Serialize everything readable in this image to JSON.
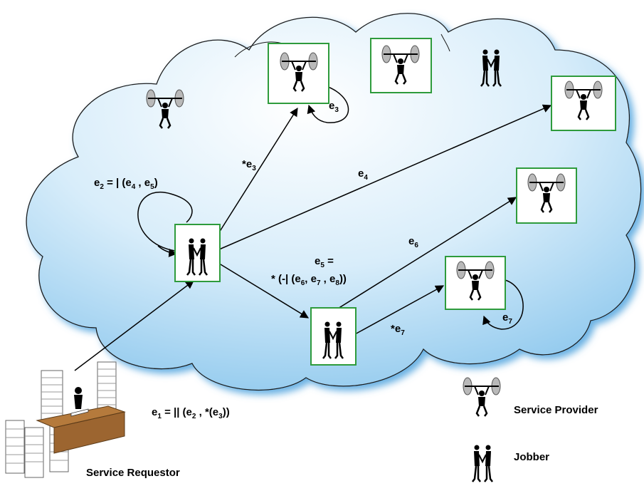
{
  "colors": {
    "cloud_fill_top": "#ffffff",
    "cloud_fill_bottom": "#8ec8ec",
    "cloud_shadow": "#6fb6e6",
    "node_border": "#2e9b3c",
    "arrow": "#000000",
    "desk": "#b57a3c"
  },
  "icons": {
    "service_provider": "weightlifter-icon",
    "jobber": "handshake-icon",
    "requestor": "desk-with-paper-stacks-icon"
  },
  "expressions": {
    "e2": {
      "base": "e",
      "sub": "2",
      "rest": " = | (e",
      "sub2": "4",
      "rest2": " , e",
      "sub3": "5",
      "end": ")"
    },
    "e3_star": {
      "prefix": "*e",
      "sub": "3"
    },
    "e3_loop": {
      "base": "e",
      "sub": "3"
    },
    "e4": {
      "base": "e",
      "sub": "4"
    },
    "e6": {
      "base": "e",
      "sub": "6"
    },
    "e5_line1": {
      "base": "e",
      "sub": "5",
      "rest": " ="
    },
    "e5_line2": {
      "rest": "* (-| (e",
      "sub": "6",
      "rest2": ", e",
      "sub2": "7",
      "rest3": " , e",
      "sub3": "8",
      "end": "))"
    },
    "e7_star": {
      "prefix": "*e",
      "sub": "7"
    },
    "e7_loop": {
      "base": "e",
      "sub": "7"
    },
    "e1": {
      "base": "e",
      "sub": "1",
      "rest": " = || (e",
      "sub2": "2",
      "rest2": " , *(e",
      "sub3": "3",
      "end": "))"
    }
  },
  "legend": {
    "provider_label": "Service Provider",
    "jobber_label": "Jobber"
  },
  "requestor_label": "Service Requestor"
}
